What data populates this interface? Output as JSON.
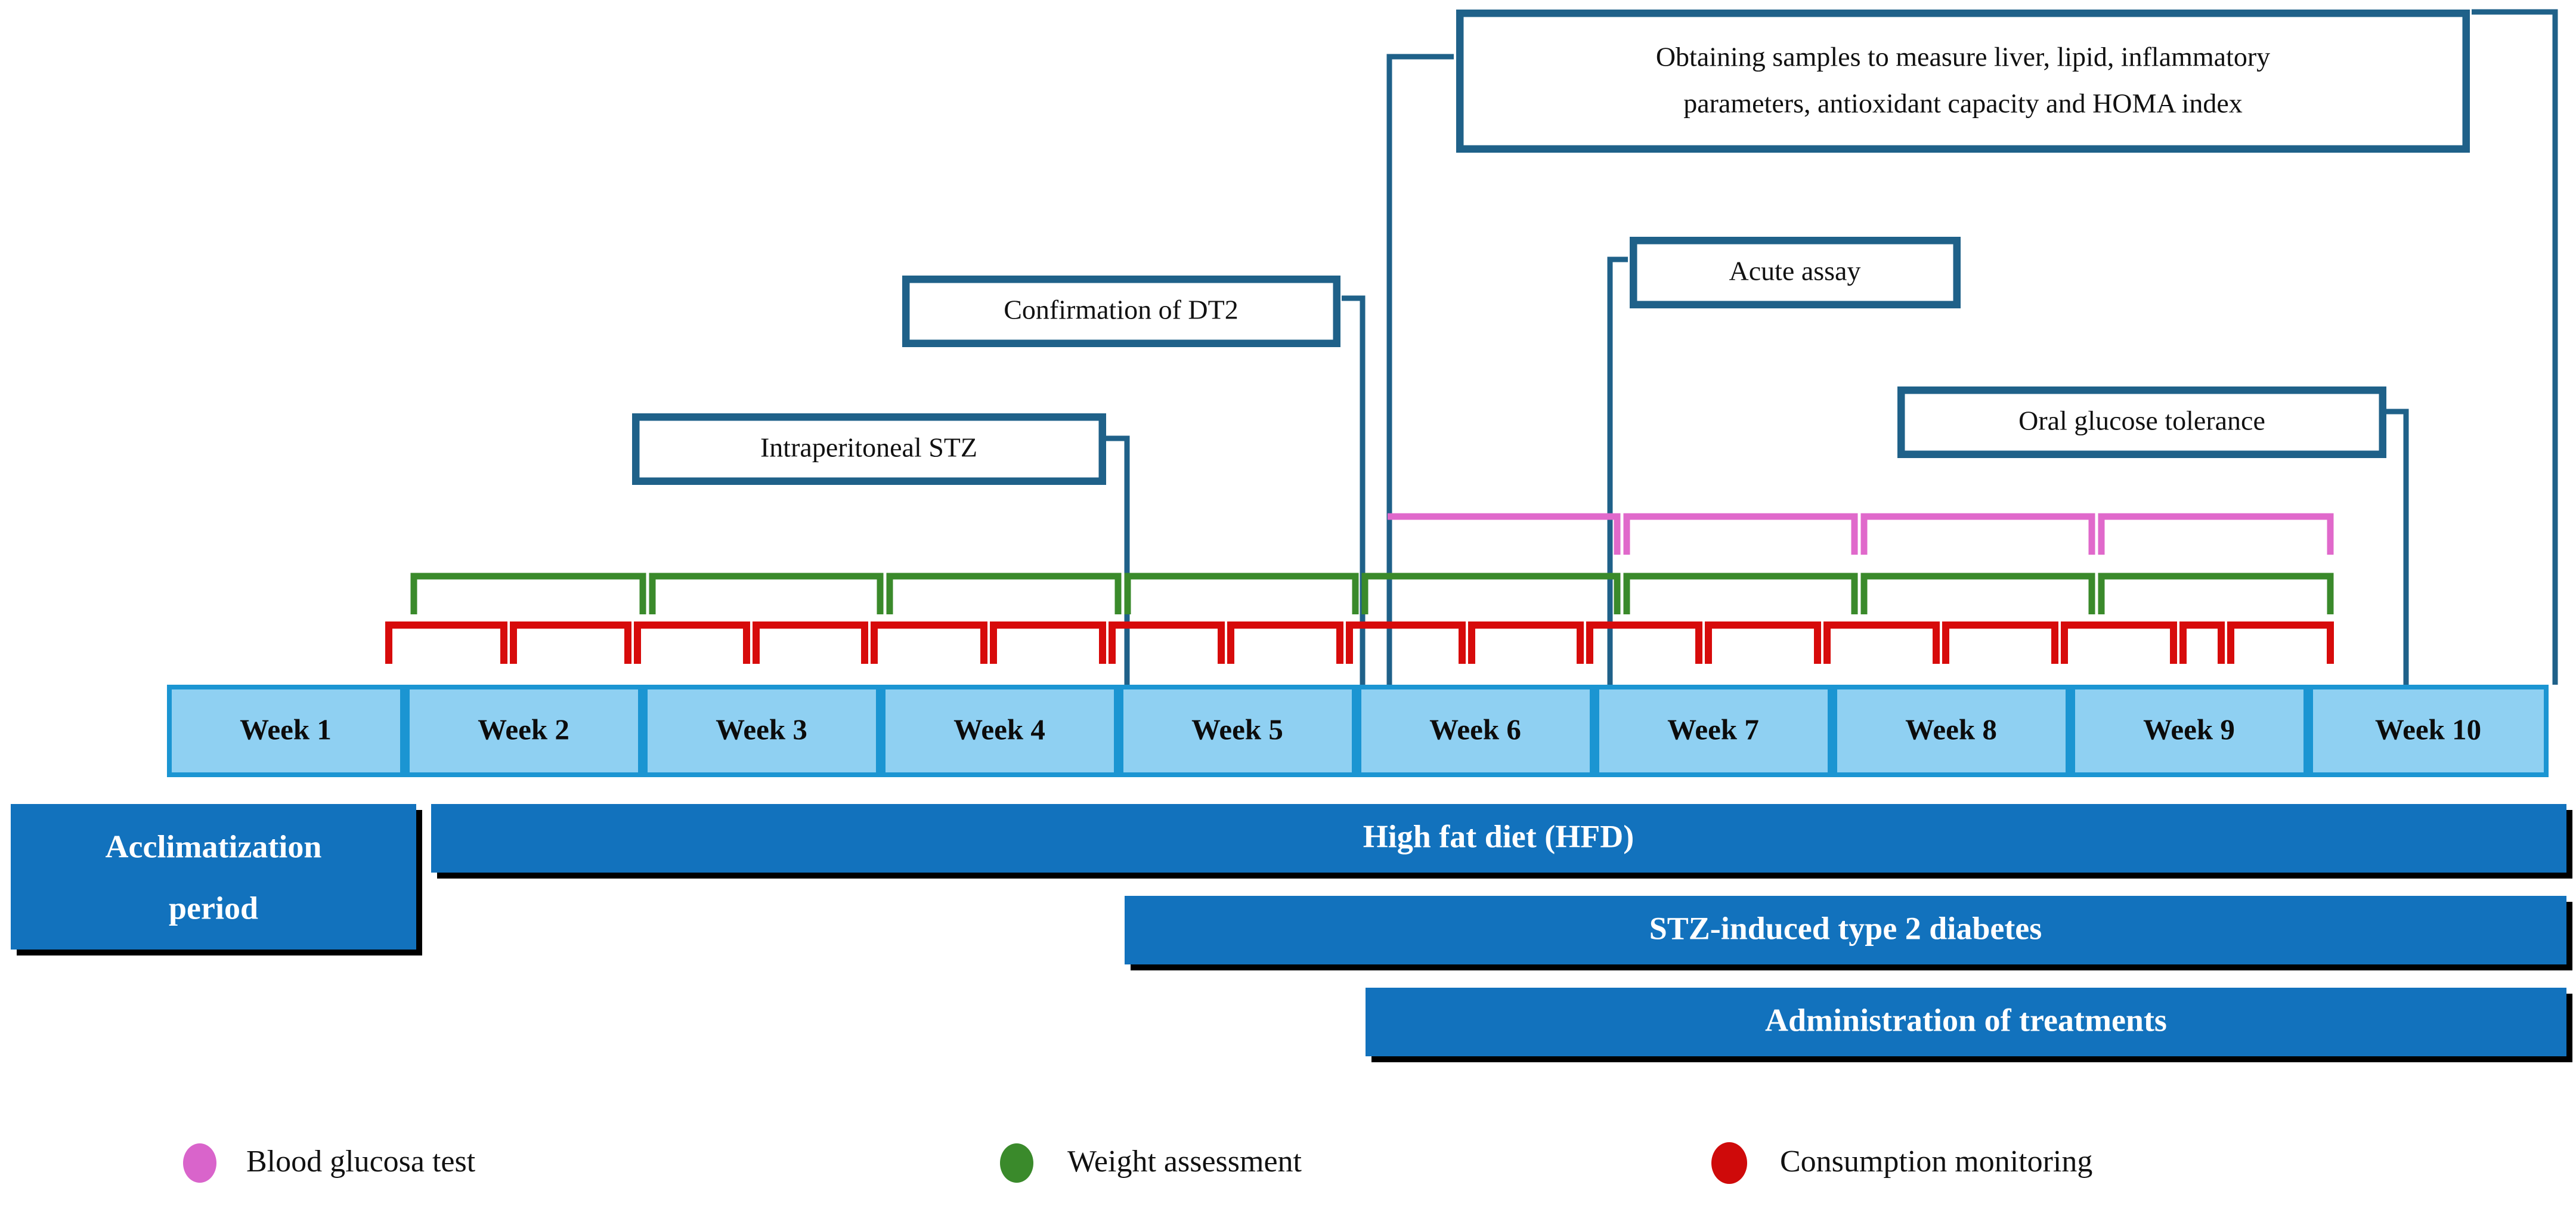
{
  "colors": {
    "callout_border": "#1f6189",
    "connector": "#1f6189",
    "week_fill": "#8fd0f2",
    "week_border": "#1b95d2",
    "phase_fill": "#1272bd",
    "phase_shadow": "#000000",
    "bracket_pink": "#e069cb",
    "bracket_green": "#3a8a2b",
    "bracket_red": "#d70b0b",
    "legend_pink": "#d964cb",
    "legend_green": "#3a8a2b",
    "legend_red": "#cf0a0a",
    "text_dark": "#111111",
    "text_light": "#ffffff"
  },
  "callouts": [
    {
      "id": "sampling",
      "lines": [
        "Obtaining samples to measure liver, lipid, inflammatory",
        "parameters, antioxidant capacity and HOMA  index"
      ]
    },
    {
      "id": "confirmation-dt2",
      "lines": [
        "Confirmation of DT2"
      ]
    },
    {
      "id": "acute-assay",
      "lines": [
        "Acute assay"
      ]
    },
    {
      "id": "oral-glucose-tolerance",
      "lines": [
        "Oral glucose tolerance"
      ]
    },
    {
      "id": "intraperitoneal-stz",
      "lines": [
        "Intraperitoneal STZ"
      ]
    }
  ],
  "weeks": [
    {
      "label": "Week 1"
    },
    {
      "label": "Week 2"
    },
    {
      "label": "Week 3"
    },
    {
      "label": "Week 4"
    },
    {
      "label": "Week 5"
    },
    {
      "label": "Week 6"
    },
    {
      "label": "Week 7"
    },
    {
      "label": "Week 8"
    },
    {
      "label": "Week 9"
    },
    {
      "label": "Week 10"
    }
  ],
  "phases": [
    {
      "id": "acclimatization",
      "lines": [
        "Acclimatization",
        "period"
      ],
      "start_week": 1,
      "end_week": 1
    },
    {
      "id": "high-fat-diet",
      "lines": [
        "High fat diet (HFD)"
      ],
      "start_week": 2,
      "end_week": 10
    },
    {
      "id": "stz-induced-diabetes",
      "lines": [
        "STZ-induced  type 2 diabetes"
      ],
      "start_week": 5,
      "end_week": 10
    },
    {
      "id": "administration-of-treatments",
      "lines": [
        "Administration of treatments"
      ],
      "start_week": 6,
      "end_week": 10
    }
  ],
  "legend": [
    {
      "id": "blood-glucosa-test",
      "label": "Blood glucosa test",
      "color": "#d964cb"
    },
    {
      "id": "weight-assessment",
      "label": "Weight assessment",
      "color": "#3a8a2b"
    },
    {
      "id": "consumption-monitoring",
      "label": "Consumption  monitoring",
      "color": "#cf0a0a"
    }
  ],
  "chart_data": {
    "type": "table",
    "title": "Experimental timeline of HFD/STZ-induced type 2 diabetes study",
    "x": "Week",
    "xlim": [
      1,
      10
    ],
    "timeline_weeks": [
      "Week 1",
      "Week 2",
      "Week 3",
      "Week 4",
      "Week 5",
      "Week 6",
      "Week 7",
      "Week 8",
      "Week 9",
      "Week 10"
    ],
    "phases": [
      {
        "name": "Acclimatization period",
        "weeks": [
          1,
          1
        ]
      },
      {
        "name": "High fat diet (HFD)",
        "weeks": [
          2,
          10
        ]
      },
      {
        "name": "STZ-induced type 2 diabetes",
        "weeks": [
          5,
          10
        ]
      },
      {
        "name": "Administration of treatments",
        "weeks": [
          6,
          10
        ]
      }
    ],
    "events": [
      {
        "name": "Intraperitoneal STZ",
        "week": 5
      },
      {
        "name": "Confirmation of DT2",
        "week": 6
      },
      {
        "name": "Acute assay",
        "week": 7
      },
      {
        "name": "Oral glucose tolerance",
        "week": 9
      },
      {
        "name": "Obtaining samples to measure liver, lipid, inflammatory parameters, antioxidant capacity and HOMA index",
        "week": 10
      }
    ],
    "monitoring_series": [
      {
        "name": "Blood glucosa test",
        "color": "#d964cb",
        "weeks": [
          6,
          10
        ],
        "frequency_per_week": 1
      },
      {
        "name": "Weight assessment",
        "color": "#3a8a2b",
        "weeks": [
          2,
          10
        ],
        "frequency_per_week": 1
      },
      {
        "name": "Consumption monitoring",
        "color": "#cf0a0a",
        "weeks": [
          2,
          10
        ],
        "frequency_per_week": 2
      }
    ]
  }
}
